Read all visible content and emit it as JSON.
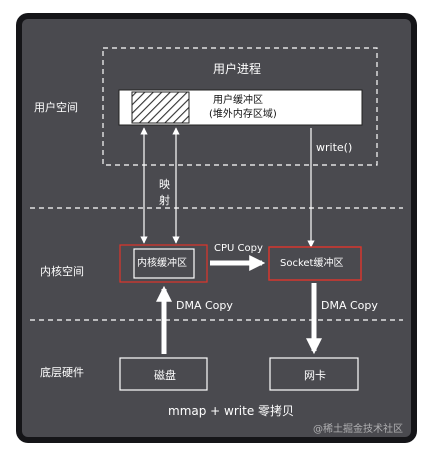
{
  "layers": {
    "user": "用户空间",
    "kernel": "内核空间",
    "hardware": "底层硬件"
  },
  "process_label": "用户进程",
  "user_buffer": {
    "line1": "用户缓冲区",
    "line2": "(堆外内存区域)"
  },
  "kernel_buffer": "内核缓冲区",
  "socket_buffer": "Socket缓冲区",
  "disk": "磁盘",
  "nic": "网卡",
  "arrows": {
    "mapping_1": "映",
    "mapping_2": "射",
    "write": "write()",
    "cpu_copy": "CPU Copy",
    "dma_copy_left": "DMA Copy",
    "dma_copy_right": "DMA Copy"
  },
  "caption": "mmap + write 零拷贝",
  "watermark": "@稀土掘金技术社区",
  "colors": {
    "panel_bg": "#4a4a4f",
    "highlight_border": "#e0352b",
    "line": "#ffffff"
  }
}
